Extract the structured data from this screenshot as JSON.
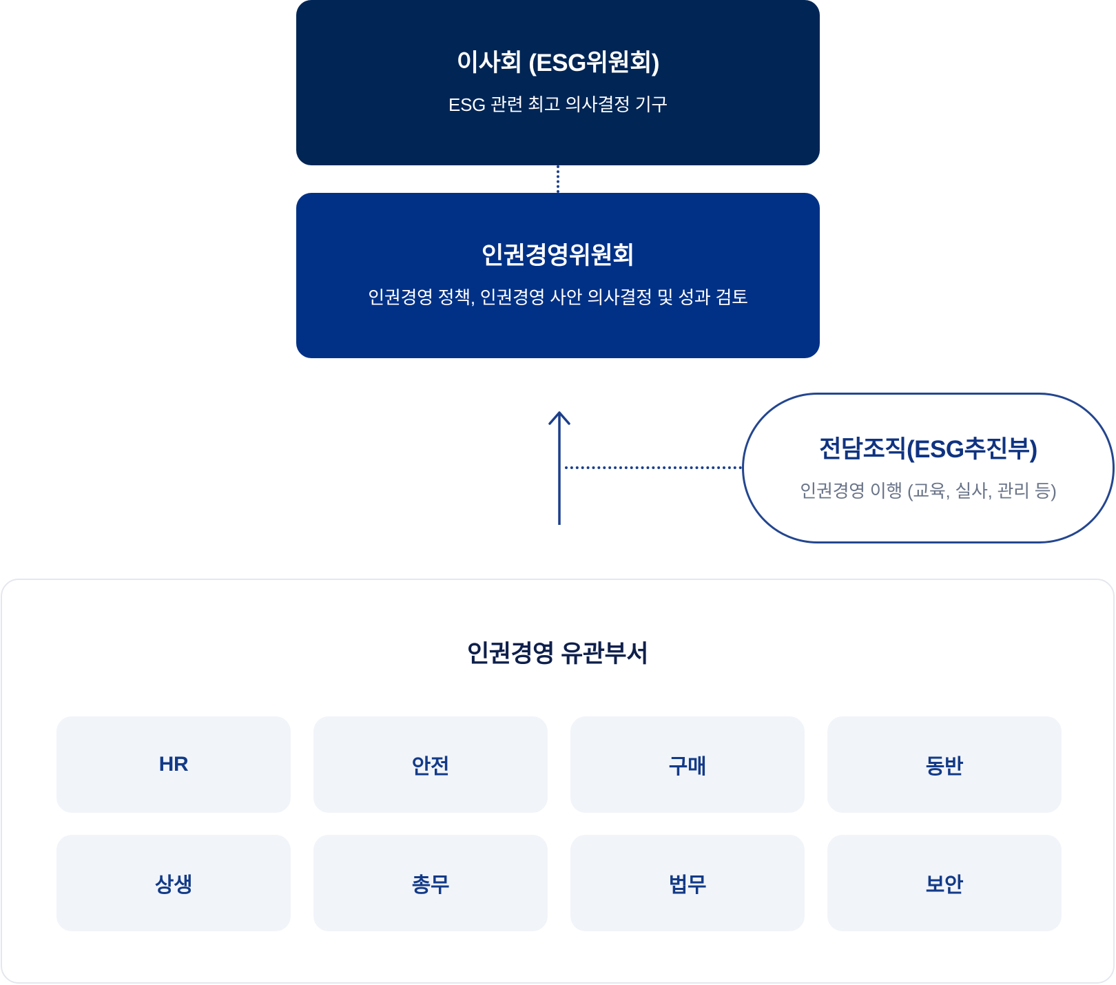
{
  "board": {
    "title": "이사회 (ESG위원회)",
    "description": "ESG 관련 최고 의사결정 기구"
  },
  "committee": {
    "title": "인권경영위원회",
    "description": "인권경영 정책, 인권경영 사안 의사결정 및 성과 검토"
  },
  "dedicated_org": {
    "title": "전담조직(ESG추진부)",
    "description": "인권경영 이행 (교육, 실사, 관리 등)"
  },
  "departments": {
    "title": "인권경영 유관부서",
    "items": [
      "HR",
      "안전",
      "구매",
      "동반",
      "상생",
      "총무",
      "법무",
      "보안"
    ]
  },
  "colors": {
    "board_bg": "#012656",
    "committee_bg": "#013087",
    "accent_line": "#1c3f8d",
    "dept_bg": "#f1f4f9",
    "dept_text": "#123a86"
  }
}
